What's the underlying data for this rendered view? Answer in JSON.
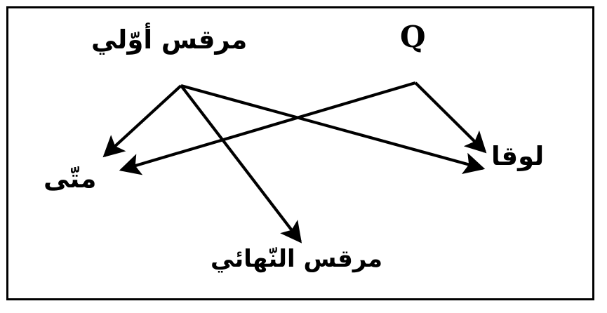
{
  "diagram": {
    "title": "",
    "frame_color": "#000000",
    "background_color": "#ffffff",
    "line_color": "#000000",
    "nodes": {
      "proto_mark": {
        "label": "مرقس أوّلي",
        "script": "arabic"
      },
      "q": {
        "label": "Q",
        "script": "latin"
      },
      "matthew": {
        "label": "متّى",
        "script": "arabic"
      },
      "luke": {
        "label": "لوقا",
        "script": "arabic"
      },
      "final_mark": {
        "label": "مرقس النّهائي",
        "script": "arabic"
      }
    },
    "edges": [
      {
        "from": "proto_mark",
        "to": "matthew",
        "arrow": "to"
      },
      {
        "from": "proto_mark",
        "to": "luke",
        "arrow": "to"
      },
      {
        "from": "proto_mark",
        "to": "final_mark",
        "arrow": "to"
      },
      {
        "from": "q",
        "to": "matthew",
        "arrow": "to"
      },
      {
        "from": "q",
        "to": "luke",
        "arrow": "to"
      }
    ]
  }
}
